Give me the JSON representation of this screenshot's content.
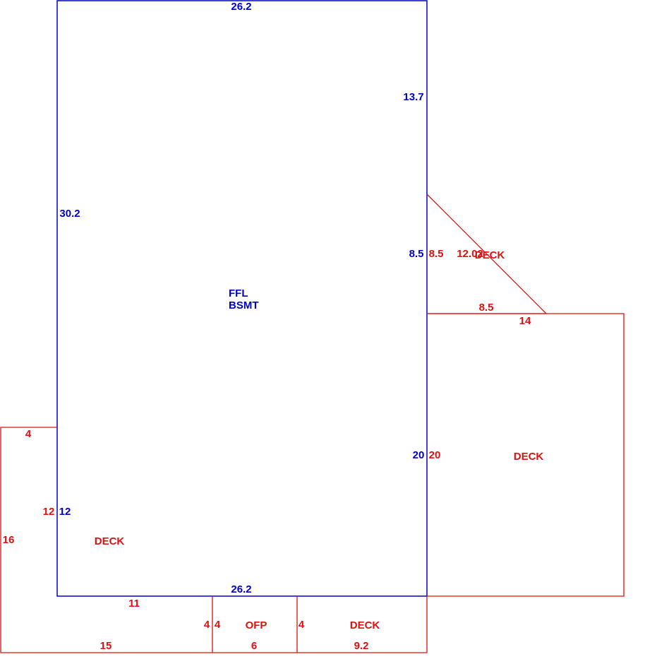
{
  "colors": {
    "main": "#0000cc",
    "addition": "#dd1111"
  },
  "main_area": {
    "name_line1": "FFL",
    "name_line2": "BSMT",
    "dims": {
      "top": "26.2",
      "right_upper": "13.7",
      "left": "30.2",
      "right_mid": "8.5",
      "right_lower": "20",
      "left_lower": "12",
      "bottom": "26.2"
    }
  },
  "triangle_deck": {
    "label": "DECK",
    "dims": {
      "vertical": "8.5",
      "hypotenuse": "12.02",
      "base": "8.5"
    }
  },
  "right_deck": {
    "label": "DECK",
    "dims": {
      "top": "14",
      "left": "20"
    }
  },
  "left_deck": {
    "label": "DECK",
    "dims": {
      "top": "4",
      "right": "12",
      "left": "16",
      "bottom_inner": "11",
      "bottom": "15",
      "right_bottom": "4"
    }
  },
  "ofp": {
    "label": "OFP",
    "dims": {
      "left": "4",
      "right": "4",
      "bottom": "6"
    }
  },
  "small_deck": {
    "label": "DECK",
    "dims": {
      "bottom": "9.2"
    }
  }
}
